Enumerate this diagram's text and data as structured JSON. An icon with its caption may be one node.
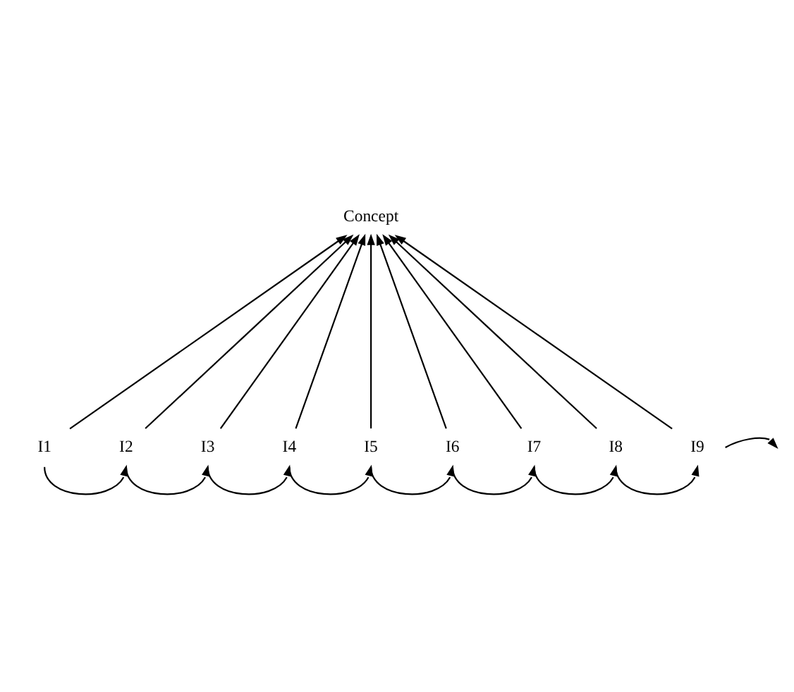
{
  "diagram": {
    "nodes": [
      {
        "text": [
          "Concept"
        ]
      },
      {
        "text": [
          "I1"
        ]
      },
      {
        "text": [
          "I2"
        ]
      },
      {
        "text": [
          "I3"
        ]
      },
      {
        "text": [
          "I4"
        ]
      },
      {
        "text": [
          "I5"
        ]
      },
      {
        "text": [
          "I6"
        ]
      },
      {
        "text": [
          "I7"
        ]
      },
      {
        "text": [
          "I8"
        ]
      },
      {
        "text": [
          "I9"
        ]
      }
    ],
    "edges": [
      {
        "from": 1,
        "to": 0,
        "arrow": "to"
      },
      {
        "from": 2,
        "to": 0,
        "arrow": "to"
      },
      {
        "from": 3,
        "to": 0,
        "arrow": "to"
      },
      {
        "from": 4,
        "to": 0,
        "arrow": "to"
      },
      {
        "from": 5,
        "to": 0,
        "arrow": "to"
      },
      {
        "from": 6,
        "to": 0,
        "arrow": "to"
      },
      {
        "from": 7,
        "to": 0,
        "arrow": "to"
      },
      {
        "from": 8,
        "to": 0,
        "arrow": "to"
      },
      {
        "from": 9,
        "to": 0,
        "arrow": "to"
      },
      {
        "from": 1,
        "to": 2,
        "arrow": "to"
      },
      {
        "from": 2,
        "to": 3,
        "arrow": "to"
      },
      {
        "from": 3,
        "to": 4,
        "arrow": "to"
      },
      {
        "from": 4,
        "to": 5,
        "arrow": "to"
      },
      {
        "from": 5,
        "to": 6,
        "arrow": "to"
      },
      {
        "from": 6,
        "to": 7,
        "arrow": "to"
      },
      {
        "from": 7,
        "to": 8,
        "arrow": "to"
      },
      {
        "from": 8,
        "to": 9,
        "arrow": "to"
      },
      {
        "from": 9,
        "to": null,
        "arrow": "to"
      }
    ]
  }
}
